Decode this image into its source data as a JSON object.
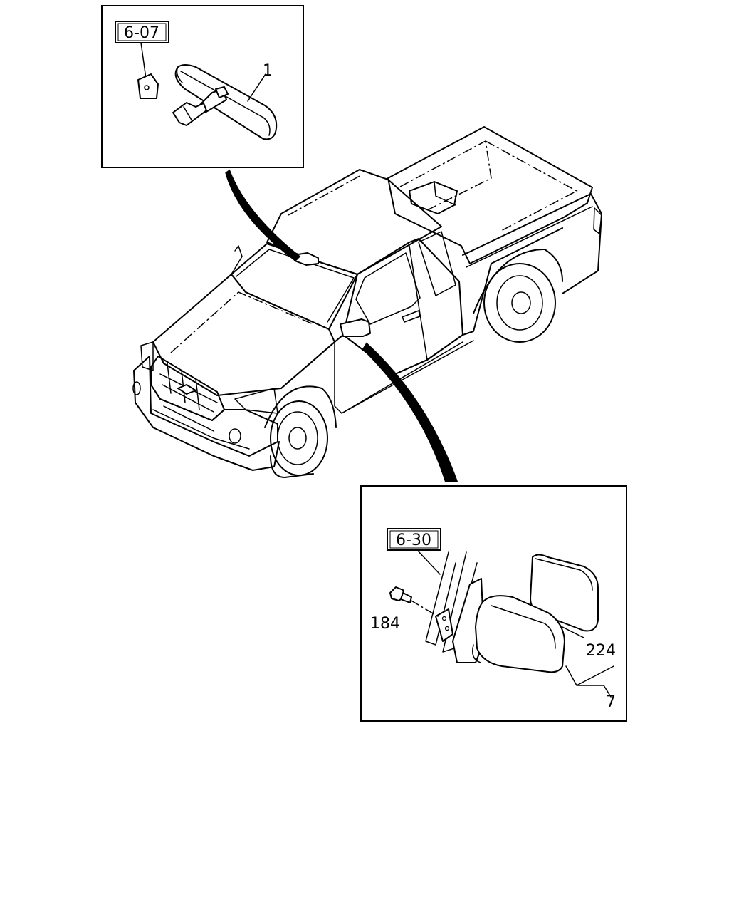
{
  "diagram": {
    "detail_top": {
      "ref_label": "6-07",
      "part_rear_view_mirror": "1"
    },
    "detail_bottom": {
      "ref_label": "6-30",
      "part_bolt": "184",
      "part_mirror_glass": "224",
      "part_outside_mirror": "7"
    }
  }
}
